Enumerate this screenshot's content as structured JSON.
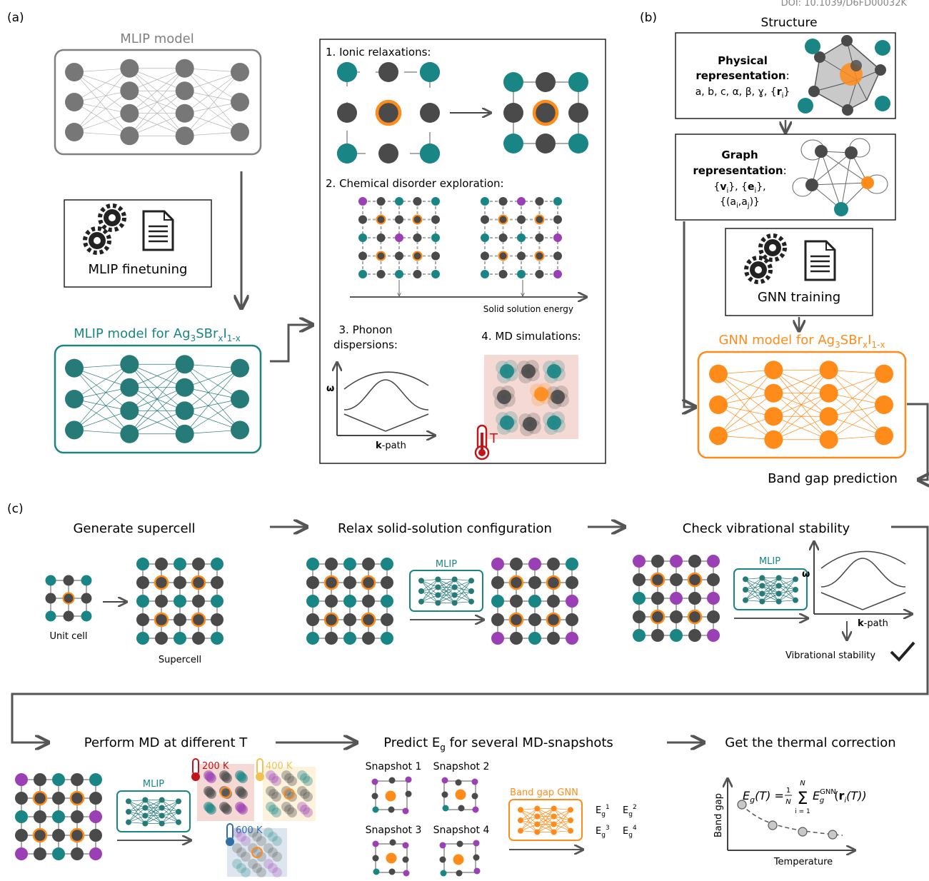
{
  "doi": "DOI: 10.1039/D6FD00032K",
  "panel_labels": {
    "a": "(a)",
    "b": "(b)",
    "c": "(c)"
  },
  "panel_a": {
    "mlip_model_title": "MLIP model",
    "finetuning_label": "MLIP finetuning",
    "mlip_for_title": "MLIP model for Ag",
    "formula_sub3": "3",
    "formula_mid": "SBr",
    "formula_subx": "x",
    "formula_i": "I",
    "formula_sub1x": "1-x",
    "tasks": {
      "ionic": "1. Ionic relaxations:",
      "disorder": "2. Chemical disorder exploration:",
      "solid_energy": "Solid solution energy",
      "phonon_1": "3. Phonon",
      "phonon_2": "dispersions:",
      "md": "4. MD simulations:",
      "omega": "ω",
      "kpath_k": "k",
      "kpath_rest": "-path",
      "temp_T": "T"
    }
  },
  "panel_b": {
    "structure_title": "Structure",
    "physical_1": "Physical",
    "physical_2": "representation",
    "physical_3": "a, b, c, α, β, ɣ, {",
    "physical_r": "r",
    "physical_i": "i",
    "graph_1": "Graph",
    "graph_2": "representation",
    "graph_v": "v",
    "graph_e": "e",
    "graph_aiaj": "{(a",
    "gnn_training": "GNN training",
    "gnn_model_title": "GNN model for Ag",
    "band_gap_prediction": "Band gap prediction"
  },
  "panel_c": {
    "generate_supercell": "Generate supercell",
    "unit_cell": "Unit cell",
    "supercell": "Supercell",
    "relax": "Relax solid-solution configuration",
    "mlip": "MLIP",
    "check_vib": "Check vibrational stability",
    "vib_stability": "Vibrational stability",
    "perform_md": "Perform MD at different T",
    "t200": "200 K",
    "t400": "400 K",
    "t600": "600 K",
    "predict_eg": "Predict E",
    "predict_eg_rest": " for several MD-snapshots",
    "snapshot1": "Snapshot 1",
    "snapshot2": "Snapshot 2",
    "snapshot3": "Snapshot 3",
    "snapshot4": "Snapshot 4",
    "band_gap_gnn": "Band gap GNN",
    "thermal": "Get the thermal correction",
    "band_gap_axis": "Band gap",
    "temperature_axis": "Temperature"
  },
  "colors": {
    "teal": "#1a8585",
    "dark_atom": "#4a4a4a",
    "orange": "#ff8c1a",
    "purple": "#9b3fb5",
    "grey_net": "#777777",
    "net_teal": "#267a78",
    "red_thermo": "#c0161b"
  }
}
